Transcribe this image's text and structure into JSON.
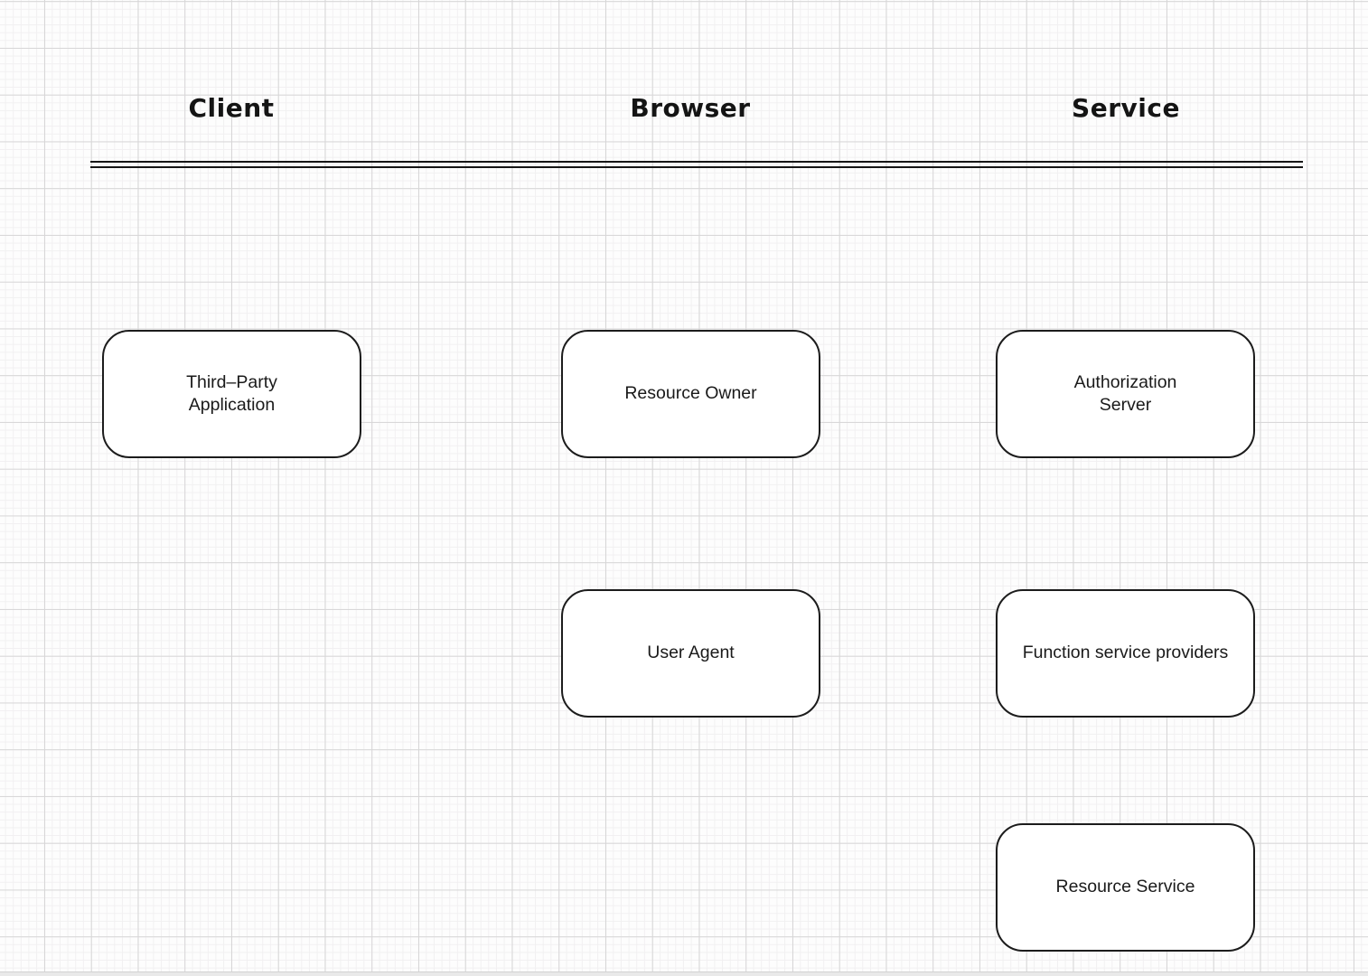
{
  "palette": {
    "background": "#fdfdfd",
    "grid_minor": "#f1f0f1",
    "grid_major": "#d7d6d7",
    "node_fill": "#ffffff",
    "node_border": "#1c1c1c",
    "text": "#1a1a1a",
    "divider_line": "#161616",
    "bottom_strip": "#e9e9e9"
  },
  "columns": [
    {
      "id": "client",
      "label": "Client"
    },
    {
      "id": "browser",
      "label": "Browser"
    },
    {
      "id": "service",
      "label": "Service"
    }
  ],
  "nodes": [
    {
      "id": "third-party-application",
      "column": "Client",
      "label": "Third–Party\nApplication"
    },
    {
      "id": "resource-owner",
      "column": "Browser",
      "label": "Resource Owner"
    },
    {
      "id": "authorization-server",
      "column": "Service",
      "label": "Authorization\nServer"
    },
    {
      "id": "user-agent",
      "column": "Browser",
      "label": "User Agent"
    },
    {
      "id": "function-service-providers",
      "column": "Service",
      "label": "Function service providers"
    },
    {
      "id": "resource-service",
      "column": "Service",
      "label": "Resource Service"
    }
  ]
}
